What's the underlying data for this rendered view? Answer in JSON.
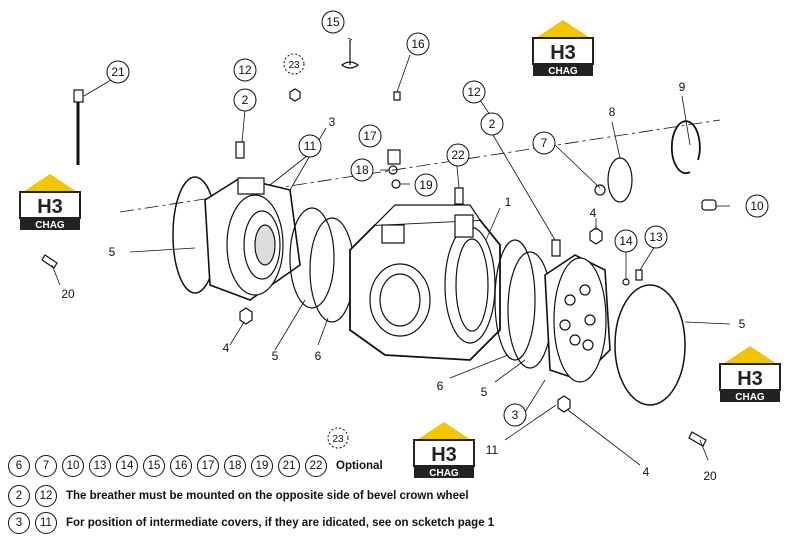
{
  "callouts": {
    "c1": "1",
    "c2a": "2",
    "c2b": "2",
    "c3a": "3",
    "c3b": "3",
    "c4a": "4",
    "c4b": "4",
    "c4c": "4",
    "c5a": "5",
    "c5b": "5",
    "c5c": "5",
    "c5d": "5",
    "c6a": "6",
    "c6b": "6",
    "c7": "7",
    "c8": "8",
    "c9": "9",
    "c10": "10",
    "c11a": "11",
    "c11b": "11",
    "c12a": "12",
    "c12b": "12",
    "c13": "13",
    "c14": "14",
    "c15": "15",
    "c16": "16",
    "c17": "17",
    "c18": "18",
    "c19": "19",
    "c20a": "20",
    "c20b": "20",
    "c21": "21",
    "c22": "22",
    "c23a": "23",
    "c23b": "23"
  },
  "legend": {
    "optional_items": [
      "6",
      "7",
      "10",
      "13",
      "14",
      "15",
      "16",
      "17",
      "18",
      "19",
      "21",
      "22"
    ],
    "optional_label": "Optional",
    "breather_items": [
      "2",
      "12"
    ],
    "breather_note": "The breather must be mounted on the opposite side of bevel crown wheel",
    "covers_items": [
      "3",
      "11"
    ],
    "covers_note": "For position of intermediate covers, if they are idicated, see on scketch page 1"
  },
  "logo": {
    "text": "CHAG",
    "mark": "H3",
    "color_yellow": "#f2c500",
    "color_dark": "#222222"
  }
}
